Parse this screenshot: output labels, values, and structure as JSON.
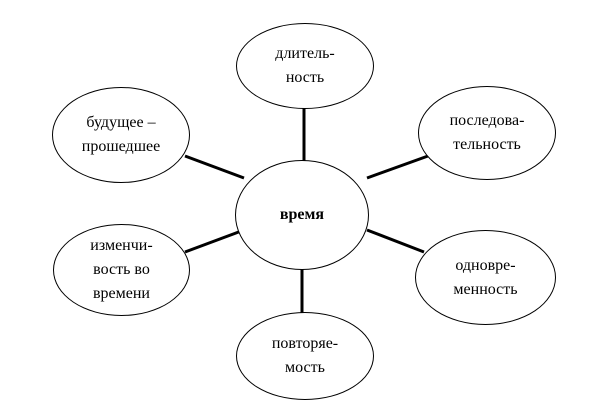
{
  "diagram": {
    "center": {
      "label": "время"
    },
    "nodes": [
      {
        "id": "top",
        "label": "длитель-\nность"
      },
      {
        "id": "upper-right",
        "label": "последова-\nтельность"
      },
      {
        "id": "lower-right",
        "label": "одновре-\nменность"
      },
      {
        "id": "bottom",
        "label": "повторяе-\nмость"
      },
      {
        "id": "lower-left",
        "label": "изменчи-\nвость во\nвремени"
      },
      {
        "id": "upper-left",
        "label": "будущее –\nпрошедшее"
      }
    ],
    "edges": [
      {
        "from": "center",
        "to": "top"
      },
      {
        "from": "center",
        "to": "upper-right"
      },
      {
        "from": "center",
        "to": "lower-right"
      },
      {
        "from": "center",
        "to": "bottom"
      },
      {
        "from": "center",
        "to": "lower-left"
      },
      {
        "from": "center",
        "to": "upper-left"
      }
    ],
    "colors": {
      "stroke": "#000000",
      "fill": "#ffffff",
      "text": "#000000"
    }
  }
}
